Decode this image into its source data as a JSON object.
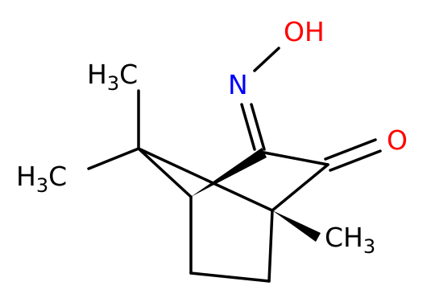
{
  "molecule": {
    "labels": {
      "hydroxyl": "OH",
      "oxime_nitrogen": "N",
      "ketone_oxygen": "O",
      "methyl_top_left": {
        "main": "H",
        "sub": "3",
        "tail": "C"
      },
      "methyl_left": {
        "main": "H",
        "sub": "3",
        "tail": "C"
      },
      "methyl_bridgehead": {
        "main": "CH",
        "sub": "3"
      }
    },
    "colors": {
      "carbon": "#000000",
      "nitrogen": "#0000ff",
      "oxygen": "#ff0000"
    }
  }
}
